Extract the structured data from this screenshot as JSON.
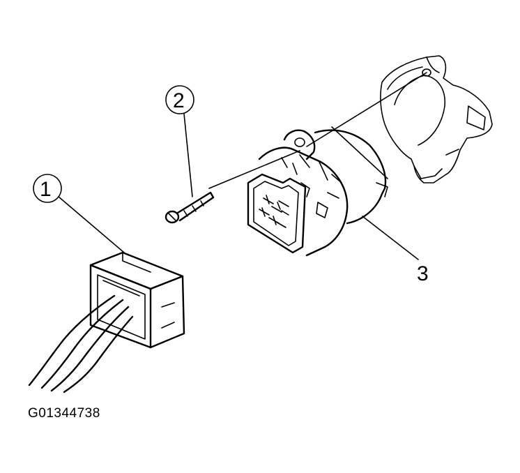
{
  "callouts": [
    {
      "label": "1",
      "part": "harness-connector"
    },
    {
      "label": "2",
      "part": "screw"
    },
    {
      "label": "3",
      "part": "ignition-switch"
    }
  ],
  "figure_id": "G01344738",
  "colors": {
    "ink": "#000000",
    "background": "#ffffff"
  }
}
